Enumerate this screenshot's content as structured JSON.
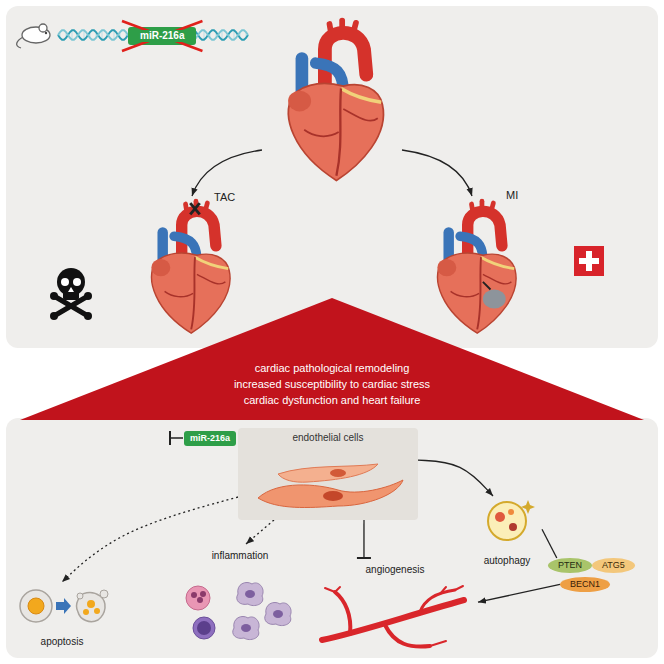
{
  "diagram": {
    "nodes": [
      {
        "text": [
          "miR-216a"
        ]
      },
      {
        "text": [
          "cardiac pathological remodeling",
          "increased susceptibility to cardiac stress",
          "cardiac dysfunction and heart failure"
        ]
      },
      {
        "text": [
          "miR-216a"
        ]
      },
      {
        "text": [
          "endothelial cells"
        ]
      },
      {
        "text": [
          "apoptosis"
        ]
      },
      {
        "text": [
          "inflammation"
        ]
      },
      {
        "text": [
          "angiogenesis"
        ]
      },
      {
        "text": [
          "autophagy"
        ]
      },
      {
        "text": [
          "PTEN"
        ]
      },
      {
        "text": [
          "ATG5"
        ]
      },
      {
        "text": [
          "BECN1"
        ]
      }
    ],
    "edges": [
      {
        "from": 3,
        "to": 4,
        "arrow": "to"
      },
      {
        "from": 3,
        "to": 5,
        "arrow": "to"
      },
      {
        "from": 3,
        "to": 6,
        "arrow": "to"
      },
      {
        "from": 3,
        "to": 7,
        "arrow": "to"
      },
      {
        "from": 7,
        "to": 8,
        "arrow": "none"
      },
      {
        "from": 10,
        "to": 6,
        "arrow": "to"
      }
    ],
    "labels": [
      "TAC",
      "MI"
    ]
  }
}
